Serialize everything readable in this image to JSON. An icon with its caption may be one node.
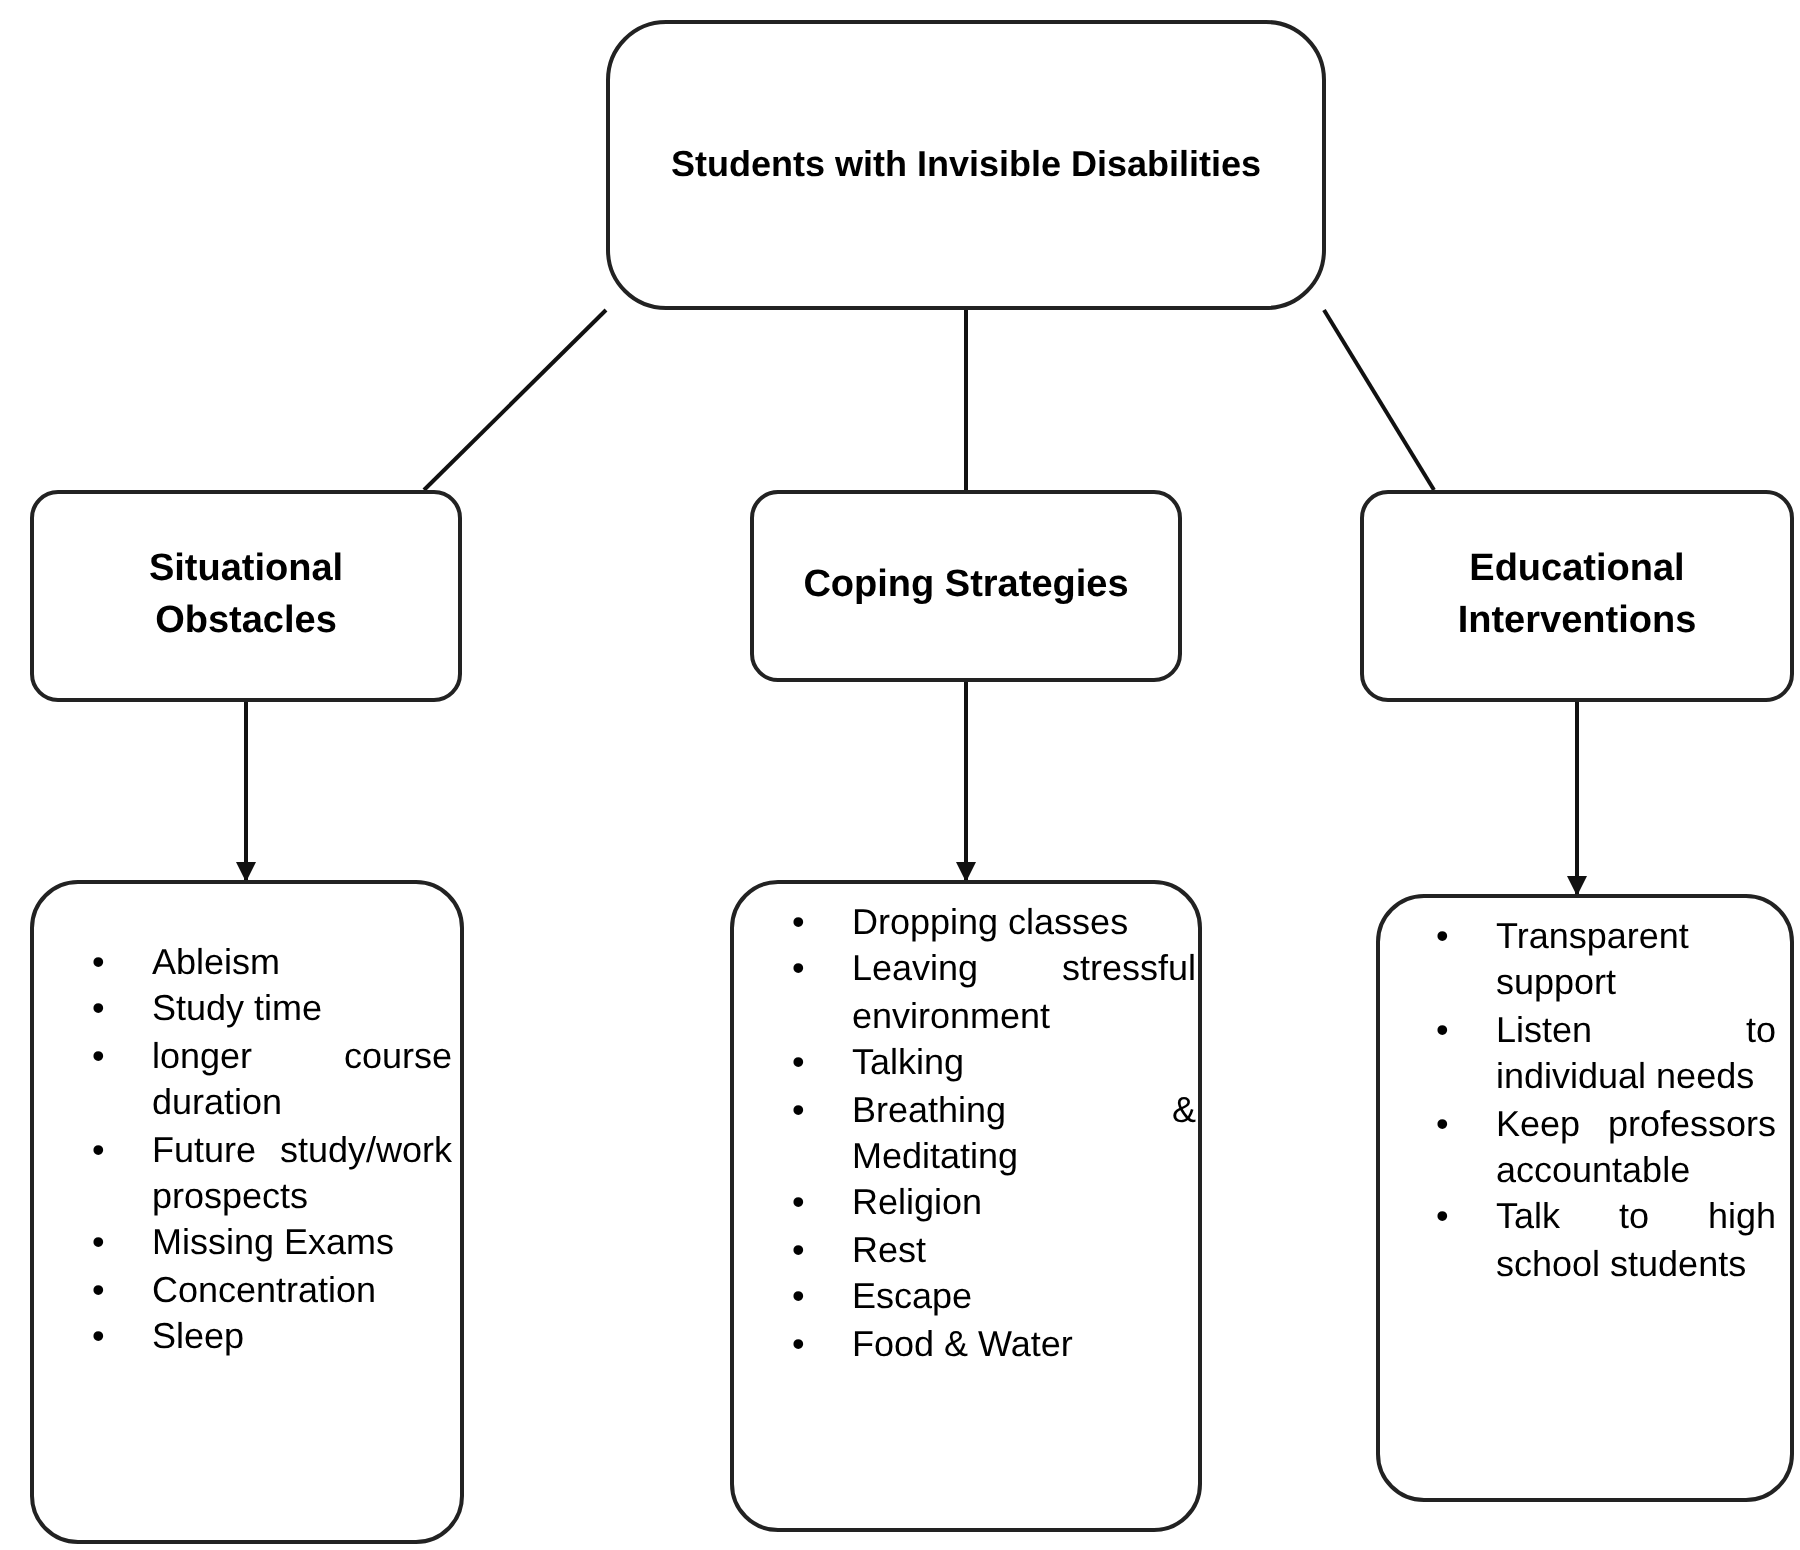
{
  "diagram": {
    "nodes": [
      {
        "text": [
          "Students with Invisible Disabilities"
        ]
      },
      {
        "text": [
          "Situational Obstacles"
        ]
      },
      {
        "text": [
          "Coping Strategies"
        ]
      },
      {
        "text": [
          "Educational Interventions"
        ]
      },
      {
        "text": [
          "• Ableism",
          "• Study time",
          "• longer course duration",
          "• Future study/work prospects",
          "• Missing Exams",
          "• Concentration",
          "• Sleep"
        ]
      },
      {
        "text": [
          "• Dropping classes",
          "• Leaving stressful environment",
          "• Talking",
          "• Breathing & Meditating",
          "• Religion",
          "• Rest",
          "• Escape",
          "• Food & Water"
        ]
      },
      {
        "text": [
          "• Transparent support",
          "• Listen to individual needs",
          "• Keep professors accountable",
          "• Talk to high school students"
        ]
      }
    ],
    "edges": [
      {
        "from": 0,
        "to": 1,
        "arrow": "none"
      },
      {
        "from": 0,
        "to": 2,
        "arrow": "none"
      },
      {
        "from": 0,
        "to": 3,
        "arrow": "none"
      },
      {
        "from": 1,
        "to": 4,
        "arrow": "to"
      },
      {
        "from": 2,
        "to": 5,
        "arrow": "to"
      },
      {
        "from": 3,
        "to": 6,
        "arrow": "to"
      }
    ]
  }
}
